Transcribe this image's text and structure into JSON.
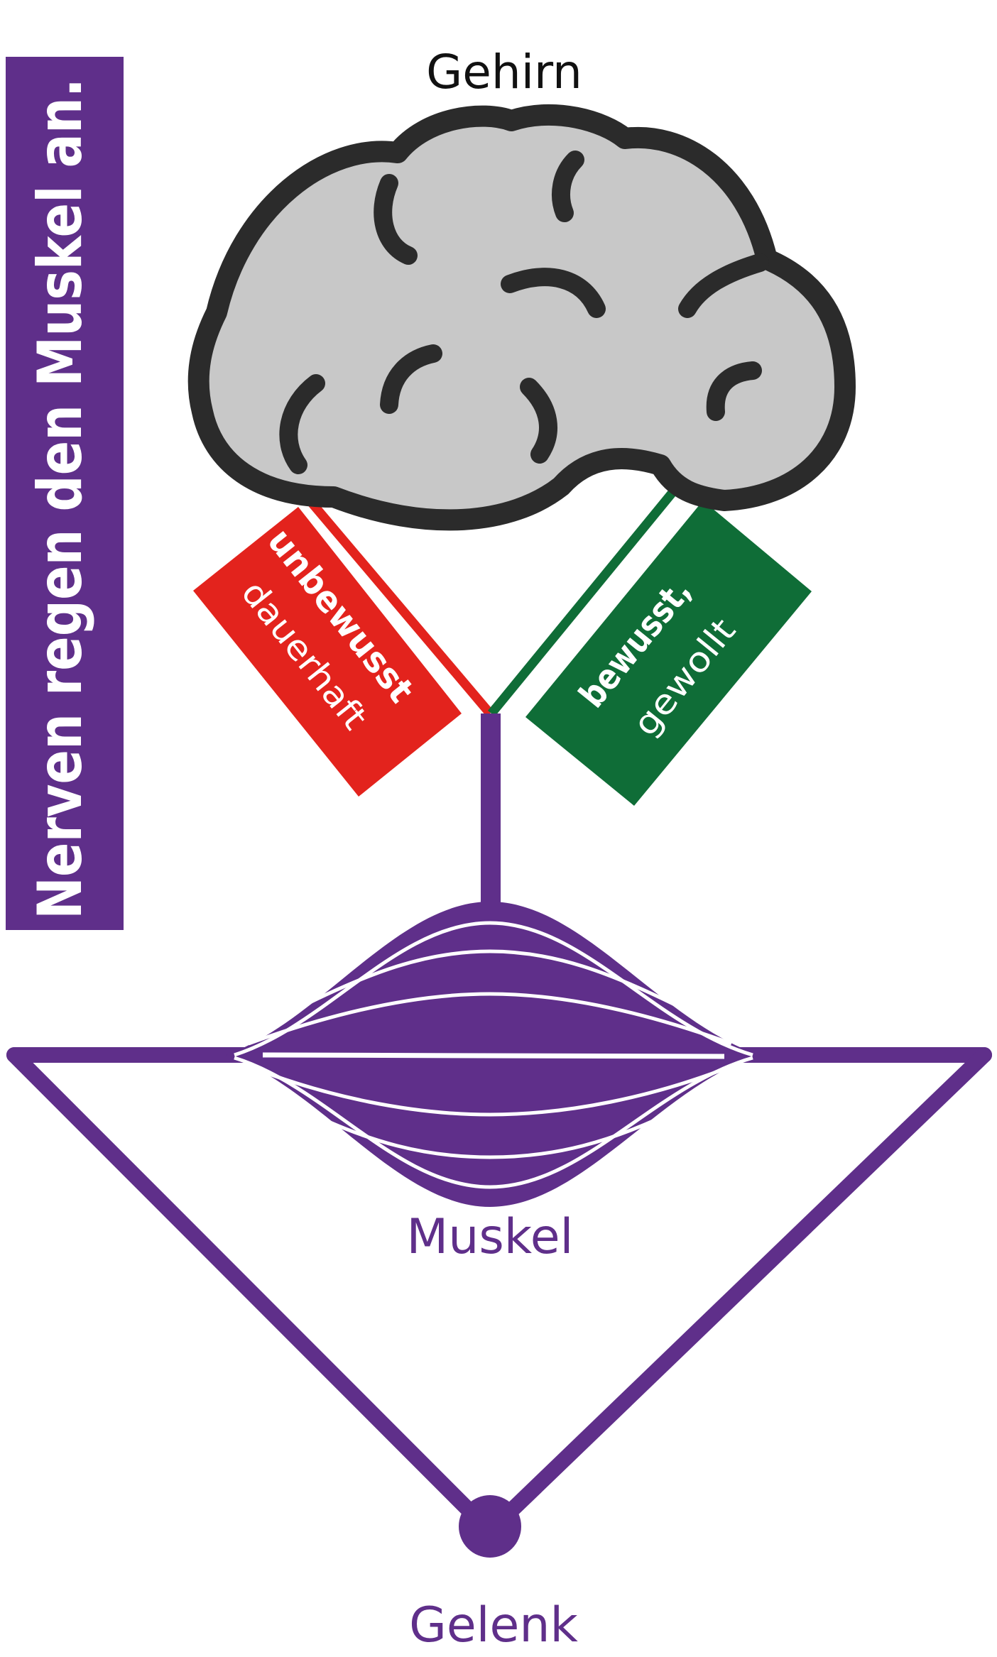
{
  "title": "Nerven regen den Muskel an.",
  "labels": {
    "brain": "Gehirn",
    "muscle": "Muskel",
    "joint": "Gelenk"
  },
  "nerves": {
    "unconscious": {
      "strong": "unbewusst",
      "light": "dauerhaft"
    },
    "conscious": {
      "strong": "bewusst,",
      "light": "gewollt"
    }
  },
  "colors": {
    "purple": "#5f2f8a",
    "red": "#e3231d",
    "green": "#0f6d37",
    "brain_fill": "#c8c8c8",
    "brain_outline": "#2b2b2b",
    "text_dark": "#111111",
    "white": "#ffffff"
  },
  "icons": [
    "brain-icon"
  ]
}
